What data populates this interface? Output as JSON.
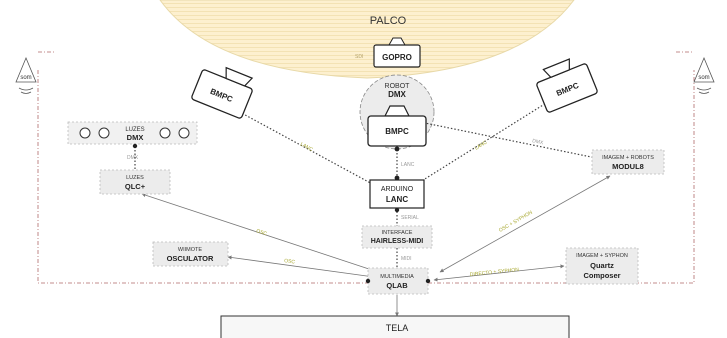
{
  "stage": {
    "label": "PALCO"
  },
  "screen": {
    "label": "TELA"
  },
  "cameras": {
    "gopro": {
      "label": "GOPRO",
      "tag": "SDI"
    },
    "bmpc_left": {
      "label": "BMPC"
    },
    "bmpc_center": {
      "label": "BMPC"
    },
    "bmpc_right": {
      "label": "BMPC"
    }
  },
  "robot": {
    "line1": "ROBOT",
    "line2": "DMX"
  },
  "speakers": {
    "left": "som",
    "right": "som"
  },
  "nodes": {
    "luzes": {
      "line1": "LUZES",
      "line2": "DMX"
    },
    "qlc": {
      "line1": "LUZES",
      "line2": "QLC+"
    },
    "arduino": {
      "line1": "ARDUINO",
      "line2": "LANC"
    },
    "interface": {
      "line1": "INTERFACE",
      "line2": "HAIRLESS-MIDI"
    },
    "qlab": {
      "line1": "MULTIMEDIA",
      "line2": "QLAB"
    },
    "wiimote": {
      "line1": "WIIMOTE",
      "line2": "OSCULATOR"
    },
    "module": {
      "line1": "IMAGEM + ROBOTS",
      "line2": "MODUL8"
    },
    "quartz": {
      "line1": "IMAGEM + SYPHON",
      "line2": "Quartz",
      "line3": "Composer"
    }
  },
  "edges": {
    "lanc_left": "LANC",
    "lanc_center": "LANC",
    "lanc_right": "LANC",
    "dmx_robot": "DMX",
    "dmx_lights": "DMX",
    "serial": "SERIAL",
    "midi": "MIDI",
    "osc_qlc": "OSC",
    "osc_wiimote": "OSC",
    "osc_syphon": "OSC + SYPHON",
    "directo_syphon": "DIRECTO + SYPHON"
  },
  "colors": {
    "stage_fill": "#fdf0cf",
    "stage_stripe": "#f2dfae",
    "node_fill": "#ececec",
    "edge_label": "#a8a830"
  }
}
